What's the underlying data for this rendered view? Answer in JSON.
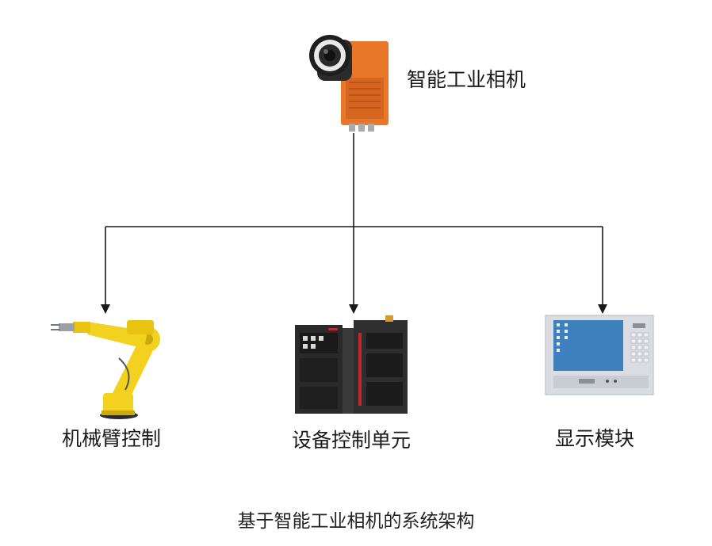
{
  "diagram": {
    "top_node": {
      "label": "智能工业相机",
      "icon": "industrial-camera-icon"
    },
    "children": [
      {
        "label": "机械臂控制",
        "icon": "robot-arm-icon"
      },
      {
        "label": "设备控制单元",
        "icon": "plc-controller-icon"
      },
      {
        "label": "显示模块",
        "icon": "industrial-display-icon"
      }
    ],
    "caption": "基于智能工业相机的系统架构",
    "colors": {
      "line": "#1a1a1a",
      "camera_body": "#e8772a",
      "robot_arm": "#f2d11f",
      "controller": "#2a2a2a",
      "controller_accent": "#c0282d",
      "display_frame": "#d9dde2",
      "display_screen": "#3e7fbe"
    }
  }
}
